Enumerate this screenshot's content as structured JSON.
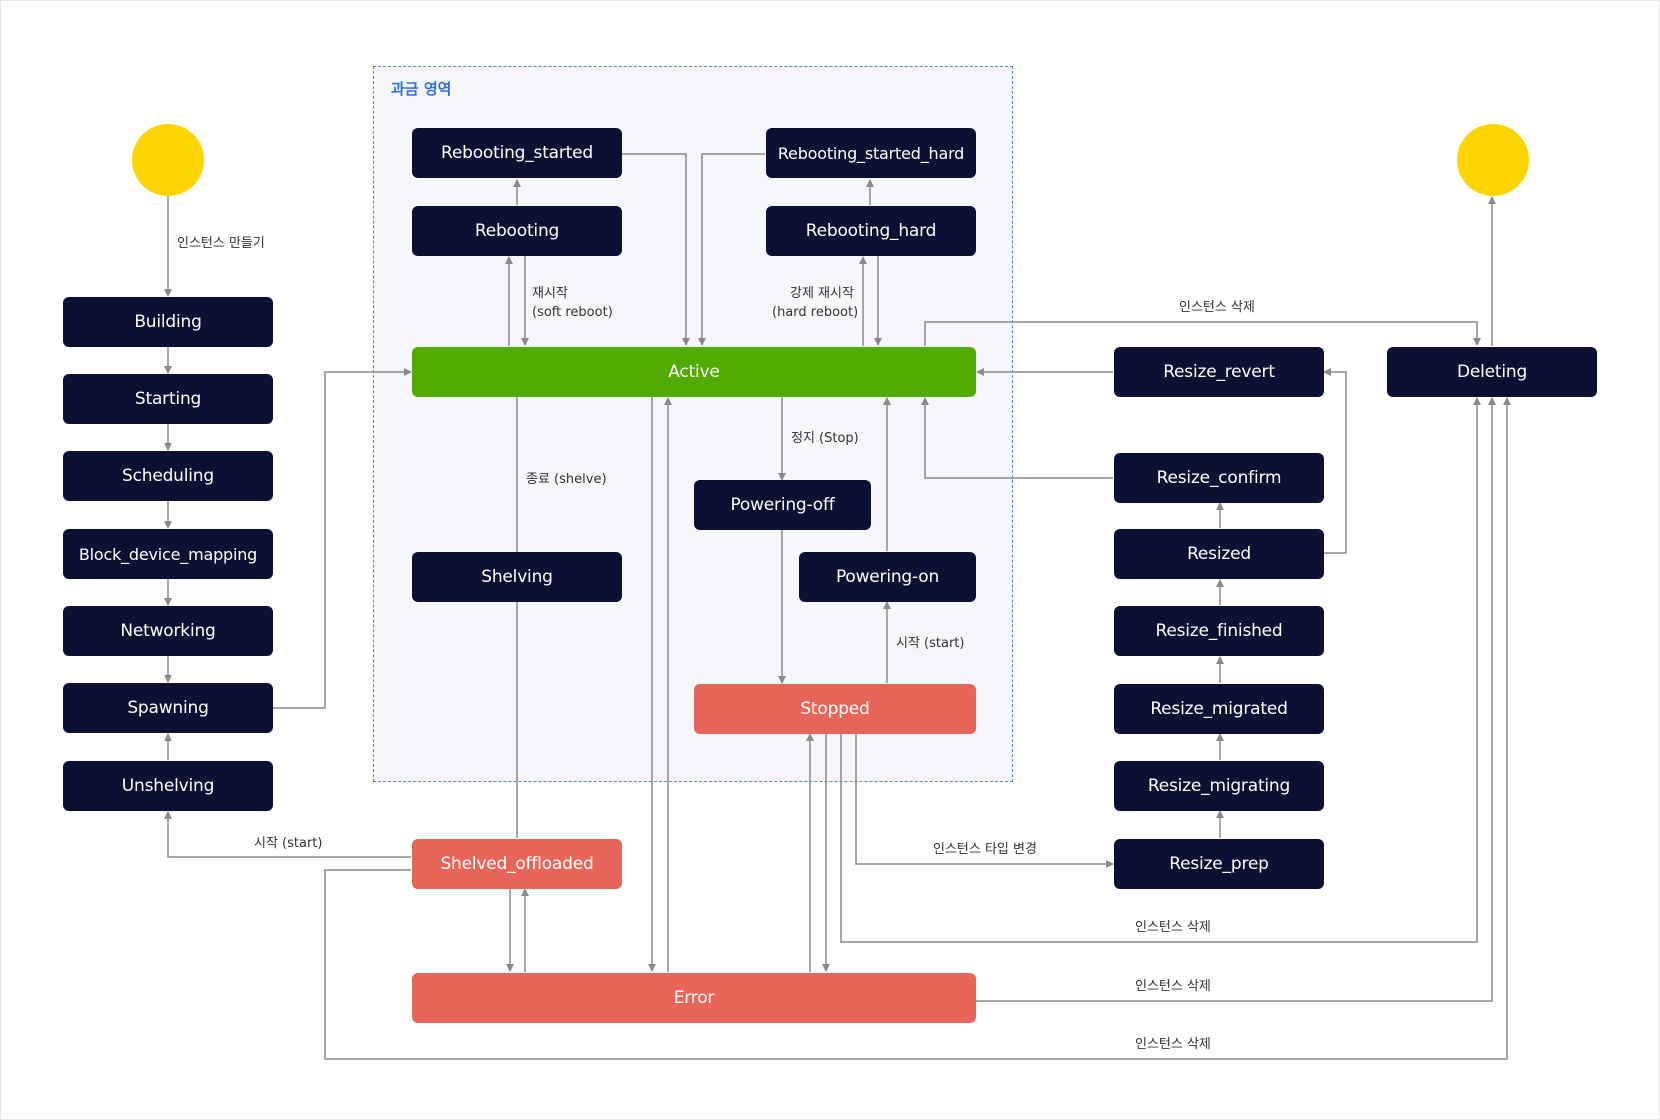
{
  "region": {
    "title": "과금 영역"
  },
  "nodes": {
    "building": "Building",
    "starting": "Starting",
    "scheduling": "Scheduling",
    "block_device_mapping": "Block_device_mapping",
    "networking": "Networking",
    "spawning": "Spawning",
    "unshelving": "Unshelving",
    "rebooting_started": "Rebooting_started",
    "rebooting": "Rebooting",
    "rebooting_started_hard": "Rebooting_started_hard",
    "rebooting_hard": "Rebooting_hard",
    "active": "Active",
    "shelving": "Shelving",
    "powering_off": "Powering-off",
    "powering_on": "Powering-on",
    "stopped": "Stopped",
    "shelved_offloaded": "Shelved_offloaded",
    "error": "Error",
    "resize_revert": "Resize_revert",
    "resize_confirm": "Resize_confirm",
    "resized": "Resized",
    "resize_finished": "Resize_finished",
    "resize_migrated": "Resize_migrated",
    "resize_migrating": "Resize_migrating",
    "resize_prep": "Resize_prep",
    "deleting": "Deleting"
  },
  "labels": {
    "create": "인스턴스 만들기",
    "reboot_soft_1": "재시작",
    "reboot_soft_2": "(soft reboot)",
    "reboot_hard_1": "강제 재시작",
    "reboot_hard_2": "(hard reboot)",
    "delete_top": "인스턴스 삭제",
    "stop": "정지 (Stop)",
    "shelve": "종료 (shelve)",
    "start_stopped": "시작 (start)",
    "start_unshelve": "시작 (start)",
    "change_type": "인스턴스 타입 변경",
    "delete_stopped": "인스턴스 삭제",
    "delete_error": "인스턴스 삭제",
    "delete_shelved": "인스턴스 삭제"
  },
  "colors": {
    "state_default": "#0c1133",
    "state_active": "#52ab00",
    "state_error": "#e8655a",
    "terminal": "#ffd500",
    "region_border": "#4d86e8",
    "region_fill": "#f5f7fb",
    "edge": "#8a8a8a"
  }
}
